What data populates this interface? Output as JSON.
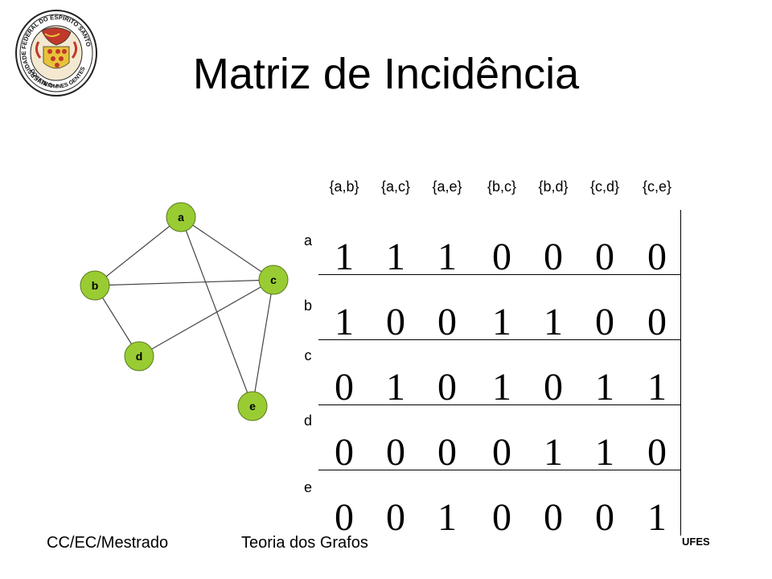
{
  "slide": {
    "title": "Matriz de Incidência",
    "logo": {
      "icon": "ufes-seal-icon",
      "ring_text": "UNIVERSIDADE FEDERAL DO ESPÍRITO SANTO",
      "motto": "DOCETE OMNES GENTES"
    }
  },
  "graph": {
    "nodes": [
      {
        "id": "a",
        "label": "a"
      },
      {
        "id": "b",
        "label": "b"
      },
      {
        "id": "c",
        "label": "c"
      },
      {
        "id": "d",
        "label": "d"
      },
      {
        "id": "e",
        "label": "e"
      }
    ],
    "edges": [
      {
        "from": "a",
        "to": "b"
      },
      {
        "from": "a",
        "to": "c"
      },
      {
        "from": "a",
        "to": "e"
      },
      {
        "from": "b",
        "to": "c"
      },
      {
        "from": "b",
        "to": "d"
      },
      {
        "from": "c",
        "to": "d"
      },
      {
        "from": "c",
        "to": "e"
      }
    ],
    "node_color": "#99cc33"
  },
  "matrix": {
    "columns": [
      "{a,b}",
      "{a,c}",
      "{a,e}",
      "{b,c}",
      "{b,d}",
      "{c,d}",
      "{c,e}"
    ],
    "rows": [
      {
        "label": "a",
        "values": [
          "1",
          "1",
          "1",
          "0",
          "0",
          "0",
          "0"
        ]
      },
      {
        "label": "b",
        "values": [
          "1",
          "0",
          "0",
          "1",
          "1",
          "0",
          "0"
        ]
      },
      {
        "label": "c",
        "values": [
          "0",
          "1",
          "0",
          "1",
          "0",
          "1",
          "1"
        ]
      },
      {
        "label": "d",
        "values": [
          "0",
          "0",
          "0",
          "0",
          "1",
          "1",
          "0"
        ]
      },
      {
        "label": "e",
        "values": [
          "0",
          "0",
          "1",
          "0",
          "0",
          "0",
          "1"
        ]
      }
    ]
  },
  "footer": {
    "course": "CC/EC/Mestrado",
    "subject": "Teoria dos Grafos",
    "institution": "UFES"
  }
}
